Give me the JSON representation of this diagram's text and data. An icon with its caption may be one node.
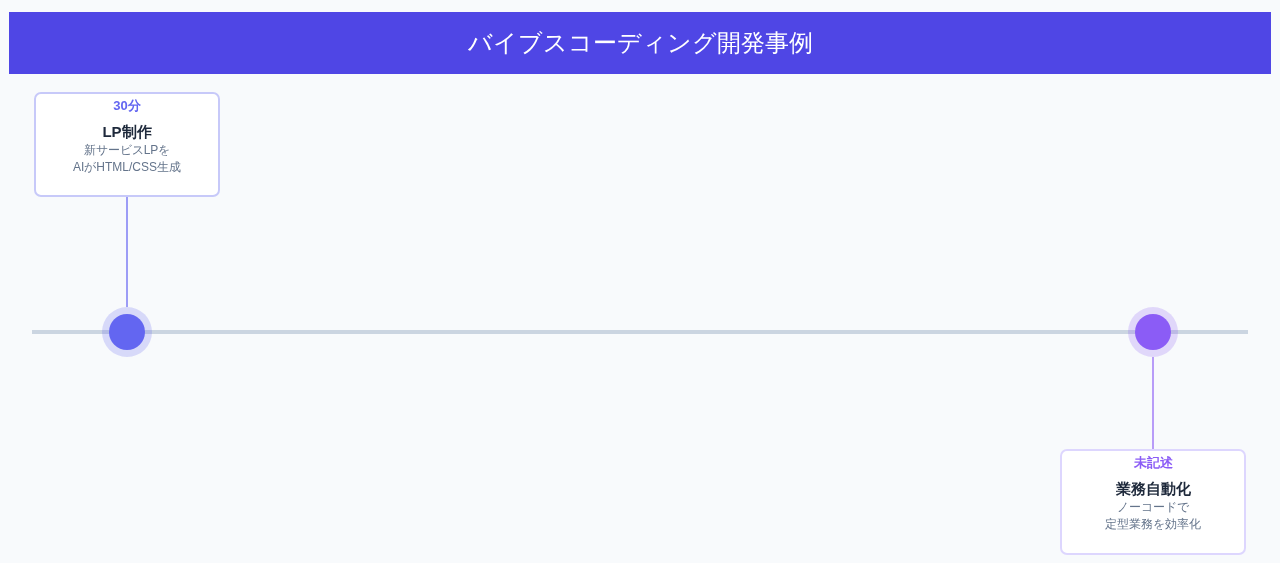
{
  "diagram": {
    "title": "バイブスコーディング開発事例",
    "nodes": [
      {
        "text": [
          "30分",
          "LP制作",
          "新サービスLPをAIがHTML/CSS生成"
        ]
      },
      {
        "text": [],
        "shape": "circle"
      },
      {
        "text": [],
        "shape": "circle"
      },
      {
        "text": [
          "未記述",
          "業務自動化",
          "ノーコードで定型業務を効率化"
        ]
      }
    ],
    "edges": [
      {
        "from": 1,
        "to": 0,
        "arrow": "none",
        "color": "#9c9cf6"
      },
      {
        "from": 2,
        "to": 3,
        "arrow": "none",
        "color": "#b89cf8"
      }
    ]
  }
}
